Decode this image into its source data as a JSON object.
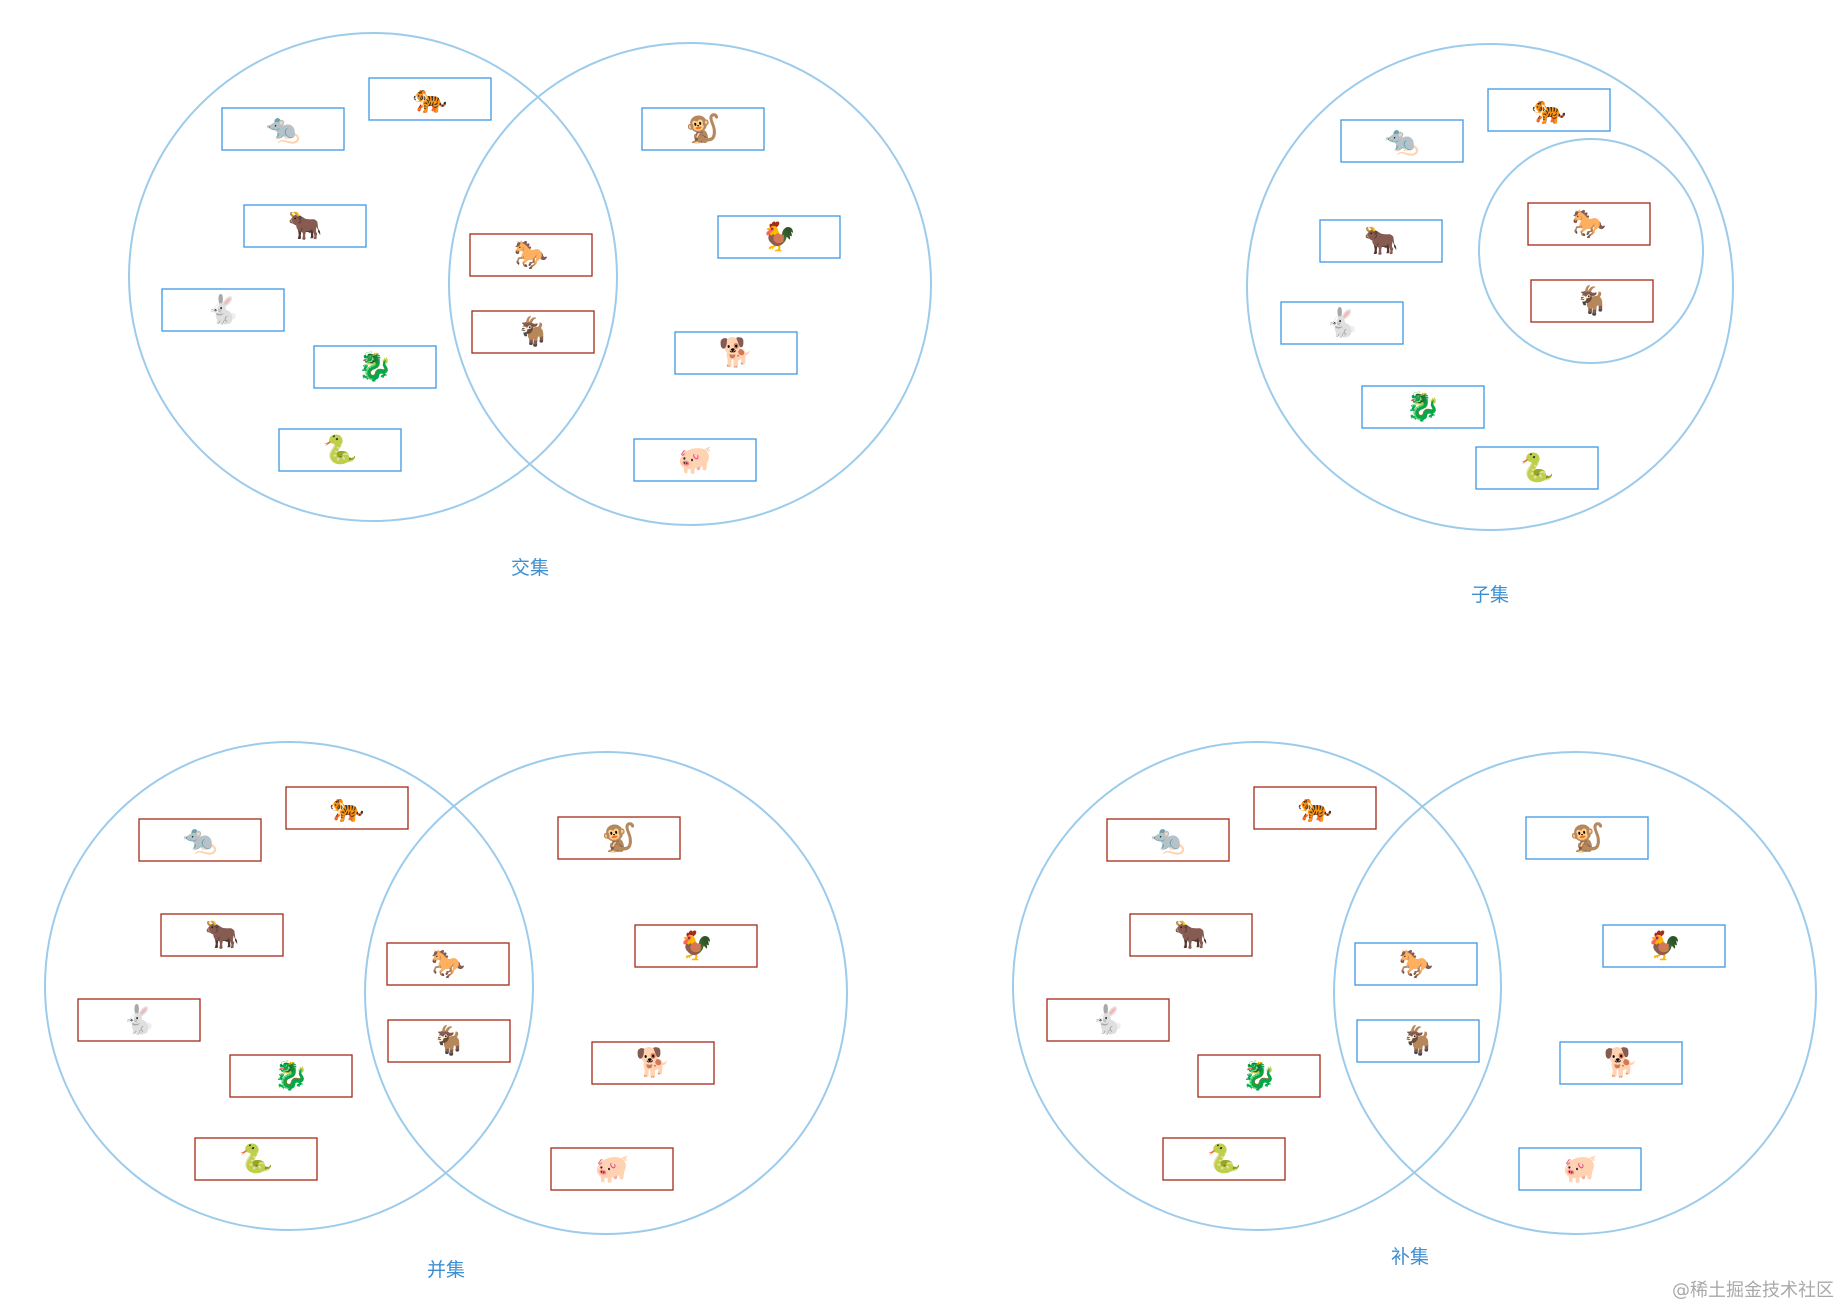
{
  "colors": {
    "circle": "#9ccbec",
    "blue": "#3c97e6",
    "red": "#a62b17",
    "caption": "#3d8fd1",
    "watermark": "#a9a9a9"
  },
  "diagrams": [
    {
      "id": "intersection",
      "caption": "交集",
      "items": [
        {
          "icon": "rat-icon",
          "glyph": "🐀",
          "color": "blue"
        },
        {
          "icon": "tiger-icon",
          "glyph": "🐅",
          "color": "blue"
        },
        {
          "icon": "ox-icon",
          "glyph": "🐂",
          "color": "blue"
        },
        {
          "icon": "rabbit-icon",
          "glyph": "🐇",
          "color": "blue"
        },
        {
          "icon": "dragon-icon",
          "glyph": "🐉",
          "color": "blue"
        },
        {
          "icon": "snake-icon",
          "glyph": "🐍",
          "color": "blue"
        },
        {
          "icon": "horse-icon",
          "glyph": "🐎",
          "color": "red"
        },
        {
          "icon": "goat-icon",
          "glyph": "🐐",
          "color": "red"
        },
        {
          "icon": "monkey-icon",
          "glyph": "🐒",
          "color": "blue"
        },
        {
          "icon": "rooster-icon",
          "glyph": "🐓",
          "color": "blue"
        },
        {
          "icon": "dog-icon",
          "glyph": "🐕",
          "color": "blue"
        },
        {
          "icon": "pig-icon",
          "glyph": "🐖",
          "color": "blue"
        }
      ]
    },
    {
      "id": "subset",
      "caption": "子集",
      "items": [
        {
          "icon": "rat-icon",
          "glyph": "🐀",
          "color": "blue"
        },
        {
          "icon": "tiger-icon",
          "glyph": "🐅",
          "color": "blue"
        },
        {
          "icon": "ox-icon",
          "glyph": "🐂",
          "color": "blue"
        },
        {
          "icon": "rabbit-icon",
          "glyph": "🐇",
          "color": "blue"
        },
        {
          "icon": "dragon-icon",
          "glyph": "🐉",
          "color": "blue"
        },
        {
          "icon": "snake-icon",
          "glyph": "🐍",
          "color": "blue"
        },
        {
          "icon": "horse-icon",
          "glyph": "🐎",
          "color": "red"
        },
        {
          "icon": "goat-icon",
          "glyph": "🐐",
          "color": "red"
        }
      ]
    },
    {
      "id": "union",
      "caption": "并集",
      "items": [
        {
          "icon": "rat-icon",
          "glyph": "🐀",
          "color": "red"
        },
        {
          "icon": "tiger-icon",
          "glyph": "🐅",
          "color": "red"
        },
        {
          "icon": "ox-icon",
          "glyph": "🐂",
          "color": "red"
        },
        {
          "icon": "rabbit-icon",
          "glyph": "🐇",
          "color": "red"
        },
        {
          "icon": "dragon-icon",
          "glyph": "🐉",
          "color": "red"
        },
        {
          "icon": "snake-icon",
          "glyph": "🐍",
          "color": "red"
        },
        {
          "icon": "horse-icon",
          "glyph": "🐎",
          "color": "red"
        },
        {
          "icon": "goat-icon",
          "glyph": "🐐",
          "color": "red"
        },
        {
          "icon": "monkey-icon",
          "glyph": "🐒",
          "color": "red"
        },
        {
          "icon": "rooster-icon",
          "glyph": "🐓",
          "color": "red"
        },
        {
          "icon": "dog-icon",
          "glyph": "🐕",
          "color": "red"
        },
        {
          "icon": "pig-icon",
          "glyph": "🐖",
          "color": "red"
        }
      ]
    },
    {
      "id": "complement",
      "caption": "补集",
      "items": [
        {
          "icon": "rat-icon",
          "glyph": "🐀",
          "color": "red"
        },
        {
          "icon": "tiger-icon",
          "glyph": "🐅",
          "color": "red"
        },
        {
          "icon": "ox-icon",
          "glyph": "🐂",
          "color": "red"
        },
        {
          "icon": "rabbit-icon",
          "glyph": "🐇",
          "color": "red"
        },
        {
          "icon": "dragon-icon",
          "glyph": "🐉",
          "color": "red"
        },
        {
          "icon": "snake-icon",
          "glyph": "🐍",
          "color": "red"
        },
        {
          "icon": "horse-icon",
          "glyph": "🐎",
          "color": "blue"
        },
        {
          "icon": "goat-icon",
          "glyph": "🐐",
          "color": "blue"
        },
        {
          "icon": "monkey-icon",
          "glyph": "🐒",
          "color": "blue"
        },
        {
          "icon": "rooster-icon",
          "glyph": "🐓",
          "color": "blue"
        },
        {
          "icon": "dog-icon",
          "glyph": "🐕",
          "color": "blue"
        },
        {
          "icon": "pig-icon",
          "glyph": "🐖",
          "color": "blue"
        }
      ]
    }
  ],
  "watermark": "@稀土掘金技术社区"
}
